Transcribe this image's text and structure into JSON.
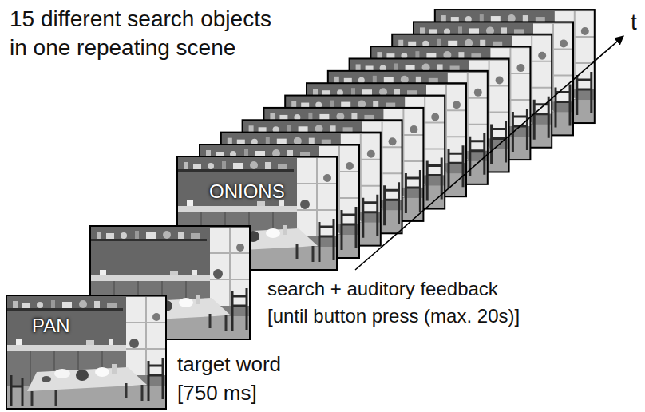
{
  "diagram": {
    "nodes": [
      {
        "text": [
          "PAN"
        ]
      },
      {
        "text": [
          "ONIONS"
        ]
      }
    ],
    "labels": [
      "15 different search objects in one repeating scene",
      "t",
      "search + auditory feedback [until button press (max. 20s)]",
      "target word [750 ms]"
    ]
  }
}
